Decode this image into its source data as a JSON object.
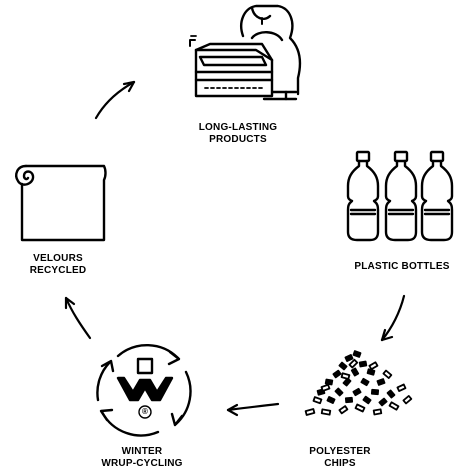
{
  "diagram": {
    "steps": [
      {
        "id": "long-lasting",
        "icon": "bag-and-backpack-icon",
        "lines": [
          "LONG-LASTING",
          "PRODUCTS"
        ]
      },
      {
        "id": "plastic-bottles",
        "icon": "plastic-bottles-icon",
        "lines": [
          "PLASTIC BOTTLES"
        ]
      },
      {
        "id": "polyester-chips",
        "icon": "polyester-chips-icon",
        "lines": [
          "POLYESTER",
          "CHIPS"
        ]
      },
      {
        "id": "winter-wrup",
        "icon": "winter-logo-recycle-icon",
        "lines": [
          "WINTER",
          "WRUP-CYCLING"
        ],
        "mark": "®"
      },
      {
        "id": "velours",
        "icon": "fabric-roll-icon",
        "lines": [
          "VELOURS",
          "RECYCLED"
        ]
      }
    ],
    "flow": "clockwise",
    "line_color": "#000000",
    "background": "#ffffff"
  }
}
